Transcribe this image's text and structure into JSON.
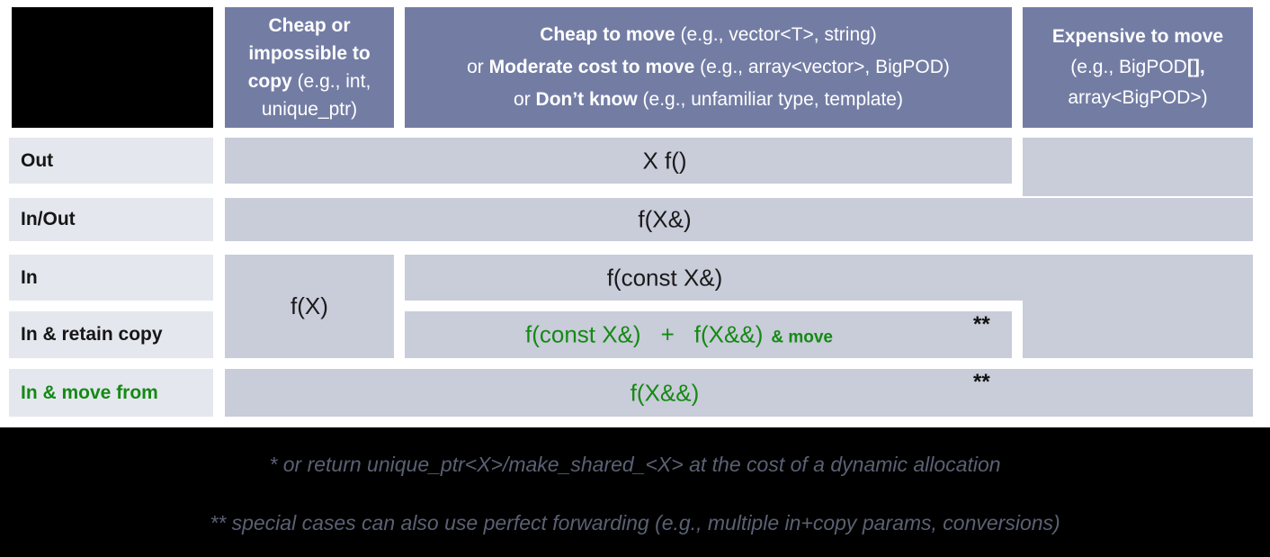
{
  "colors": {
    "header_bg": "#737da4",
    "cell_bg": "#c9ccd9",
    "row_label_bg": "#e5e7ee",
    "highlight_green": "#148a14",
    "footnote_text": "#5a6173",
    "footer_bg": "#000000"
  },
  "headers": {
    "cheap_copy": {
      "line1_bold": "Cheap or",
      "line2_bold": "impossible to",
      "line3_bold": "copy",
      "line3_rest": " (e.g., int,",
      "line4_rest": "unique_ptr)"
    },
    "cheap_move": {
      "line1_bold": "Cheap to move",
      "line1_rest": " (e.g., vector<T>, string)",
      "line2_prefix": "or ",
      "line2_bold": "Moderate cost to move",
      "line2_rest": " (e.g., array<vector>, BigPOD)",
      "line3_prefix": "or ",
      "line3_bold": "Don’t know",
      "line3_rest": " (e.g., unfamiliar type, template)"
    },
    "expensive_move": {
      "line1_bold": "Expensive to move",
      "line2_rest": "(e.g., BigPOD",
      "line2_bold": "[],",
      "line3_rest": "array<BigPOD>)"
    }
  },
  "rows": {
    "out": {
      "label": "Out",
      "cell": "X f()"
    },
    "inout": {
      "label": "In/Out",
      "cell": "f(X&)"
    },
    "in": {
      "label": "In",
      "cheap_copy_cell": "f(X)",
      "cell": "f(const X&)"
    },
    "retain": {
      "label": "In & retain copy",
      "part1": "f(const X&)",
      "plus": "+",
      "part2": "f(X&&)",
      "suffix": "& move",
      "stars": "**"
    },
    "move": {
      "label": "In & move from",
      "cell": "f(X&&)",
      "stars": "**"
    }
  },
  "footnotes": {
    "first": "* or return unique_ptr<X>/make_shared_<X> at the cost of a dynamic allocation",
    "second": "** special cases can also use perfect forwarding (e.g., multiple in+copy params, conversions)"
  }
}
